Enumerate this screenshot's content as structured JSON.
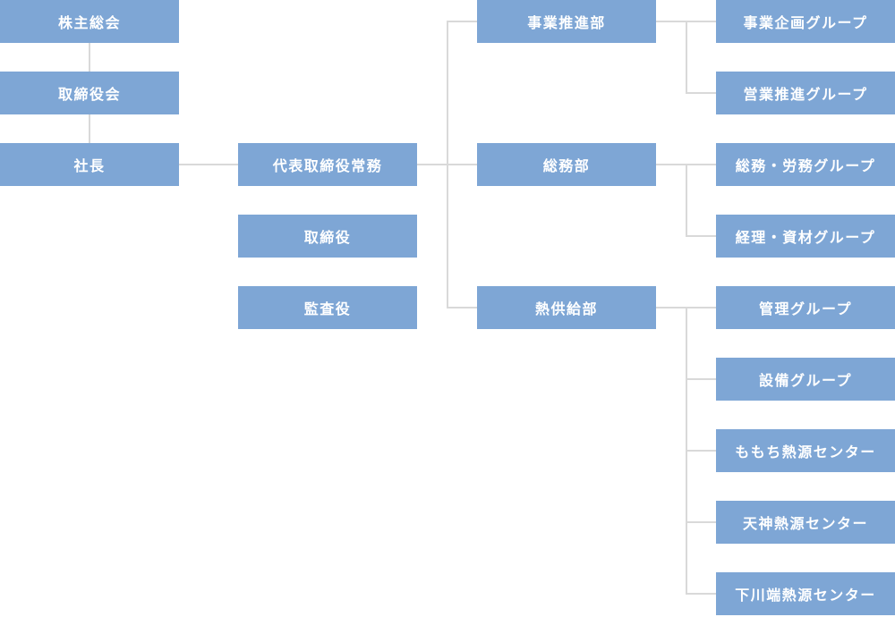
{
  "org_chart": {
    "colors": {
      "box": "#7ea6d5",
      "line": "#d9d9d9",
      "text": "#ffffff",
      "background": "#ffffff"
    },
    "nodes": {
      "shareholders_meeting": "株主総会",
      "board_of_directors": "取締役会",
      "president": "社長",
      "representative_managing_director": "代表取締役常務",
      "director": "取締役",
      "auditor": "監査役",
      "business_promotion_dept": "事業推進部",
      "general_affairs_dept": "総務部",
      "heat_supply_dept": "熱供給部",
      "business_planning_group": "事業企画グループ",
      "sales_promotion_group": "営業推進グループ",
      "general_affairs_labor_group": "総務・労務グループ",
      "accounting_materials_group": "経理・資材グループ",
      "management_group": "管理グループ",
      "facilities_group": "設備グループ",
      "momochi_heat_source_center": "ももち熱源センター",
      "tenjin_heat_source_center": "天神熱源センター",
      "shimokawabata_heat_source_center": "下川端熱源センター"
    },
    "edges": [
      [
        "shareholders_meeting",
        "board_of_directors"
      ],
      [
        "board_of_directors",
        "president"
      ],
      [
        "president",
        "representative_managing_director"
      ],
      [
        "representative_managing_director",
        "business_promotion_dept"
      ],
      [
        "representative_managing_director",
        "general_affairs_dept"
      ],
      [
        "representative_managing_director",
        "heat_supply_dept"
      ],
      [
        "business_promotion_dept",
        "business_planning_group"
      ],
      [
        "business_promotion_dept",
        "sales_promotion_group"
      ],
      [
        "general_affairs_dept",
        "general_affairs_labor_group"
      ],
      [
        "general_affairs_dept",
        "accounting_materials_group"
      ],
      [
        "heat_supply_dept",
        "management_group"
      ],
      [
        "heat_supply_dept",
        "facilities_group"
      ],
      [
        "heat_supply_dept",
        "momochi_heat_source_center"
      ],
      [
        "heat_supply_dept",
        "tenjin_heat_source_center"
      ],
      [
        "heat_supply_dept",
        "shimokawabata_heat_source_center"
      ]
    ]
  }
}
